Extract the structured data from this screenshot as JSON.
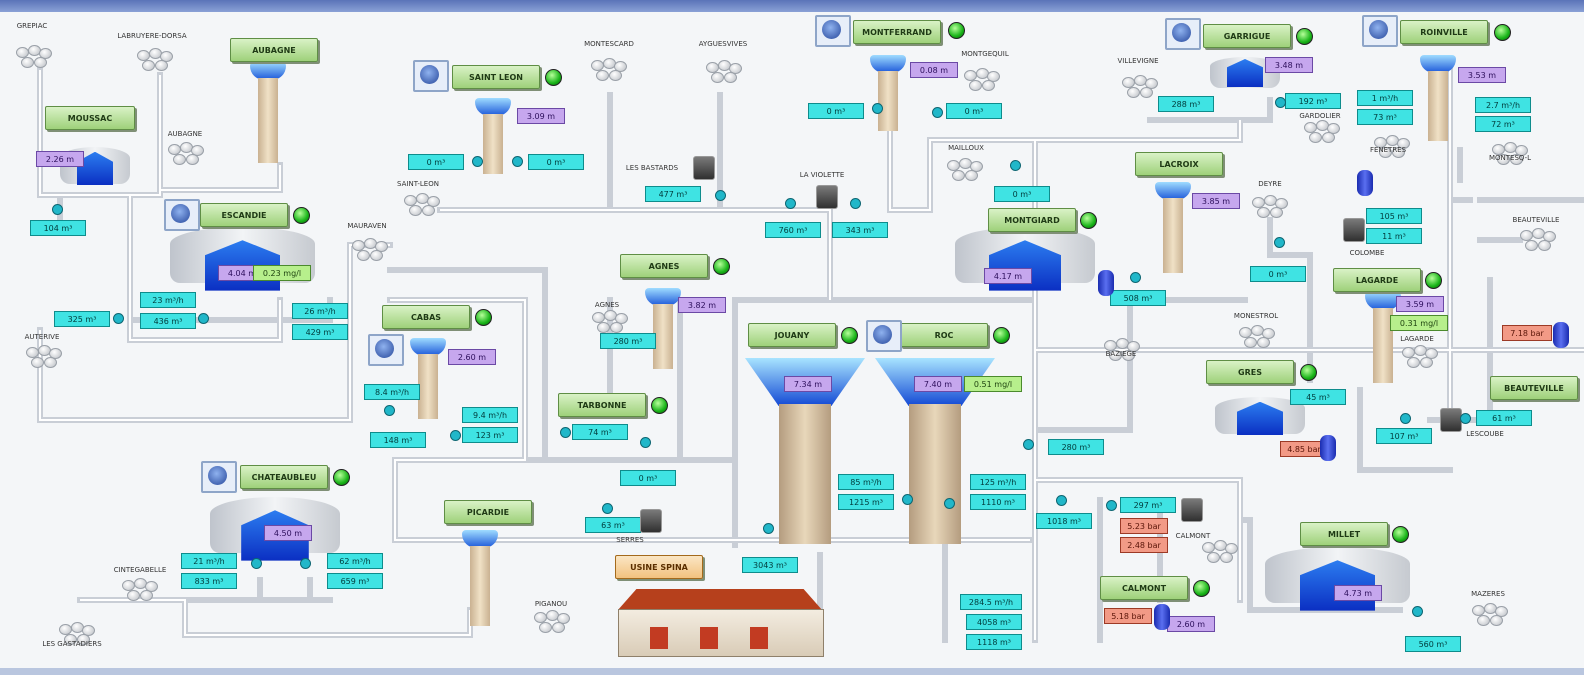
{
  "stations": {
    "aubagne": "AUBAGNE",
    "moussac": "MOUSSAC",
    "escandie": "ESCANDIE",
    "saint_leon": "SAINT LEON",
    "montferrand": "MONTFERRAND",
    "garrigue": "GARRIGUE",
    "roinville": "ROINVILLE",
    "lacroix": "LACROIX",
    "montgiard": "MONTGIARD",
    "agnes": "AGNES",
    "jouany": "JOUANY",
    "roc": "ROC",
    "cabas": "CABAS",
    "tarbonne": "TARBONNE",
    "lagarde": "LAGARDE",
    "gres": "GRES",
    "beauteville": "BEAUTEVILLE",
    "chateaubleu": "CHATEAUBLEU",
    "picardie": "PICARDIE",
    "usine": "USINE SPINA",
    "calmont": "CALMONT",
    "millet": "MILLET"
  },
  "places": {
    "p1": "GREPIAC",
    "p2": "LABRUYERE-DORSA",
    "p3": "MONTESCARD",
    "p4": "AYGUESVIVES",
    "p5": "MONTGEQUIL",
    "p6": "VILLEVIGNE",
    "p7": "AUBAGNE",
    "p8": "LES BASTARDS",
    "p9": "LA VIOLETTE",
    "p10": "MAILLOUX",
    "p11": "SAINT-LEON",
    "p12": "MAURAVEN",
    "p13": "DEYRE",
    "p14": "BEAUTEVILLE",
    "p15": "COLOMBE",
    "p16": "AUTERIVE",
    "p17": "AGNES",
    "p18": "MONESTROL",
    "p19": "BAZIEGE",
    "p20": "LAGARDE",
    "p21": "LESCOUBE",
    "p22": "CINTEGABELLE",
    "p23": "LES GASTADIERS",
    "p24": "PIGANOU",
    "p25": "CALMONT",
    "p26": "MAZERES",
    "p27": "SERRES",
    "p28": "GARDOLIER",
    "p29": "FENETRES",
    "p30": "MONTESQ-L"
  },
  "values": {
    "v1": "104 m³",
    "v2": "325 m³",
    "v3": "23 m³/h",
    "v4": "436 m³",
    "v5": "26 m³/h",
    "v6": "429 m³",
    "v7": "0 m³",
    "v8": "0 m³",
    "v9": "477 m³",
    "v10": "760 m³",
    "v11": "343 m³",
    "v12": "0 m³",
    "v13": "0 m³",
    "v14": "288 m³",
    "v15": "192 m³",
    "v16": "1 m³/h",
    "v17": "73 m³",
    "v18": "2.7 m³/h",
    "v19": "72 m³",
    "v20": "105 m³",
    "v21": "11 m³",
    "v22": "0 m³",
    "v23": "0 m³",
    "v24": "508 m³",
    "v25": "280 m³",
    "v26": "8.4 m³/h",
    "v27": "148 m³",
    "v28": "9.4 m³/h",
    "v29": "123 m³",
    "v30": "74 m³",
    "v31": "0 m³",
    "v32": "63 m³",
    "v33": "85 m³/h",
    "v34": "1215 m³",
    "v35": "125 m³/h",
    "v36": "1110 m³",
    "v37": "280 m³",
    "v38": "1018 m³",
    "v39": "297 m³",
    "v40": "45 m³",
    "v41": "107 m³",
    "v42": "61 m³",
    "v43": "21 m³/h",
    "v44": "833 m³",
    "v45": "62 m³/h",
    "v46": "659 m³",
    "v47": "3043 m³",
    "v48": "284.5 m³/h",
    "v49": "4058 m³",
    "v50": "1118 m³",
    "v51": "560 m³"
  },
  "levels": {
    "l1": "2.26 m",
    "l2": "4.04 m",
    "l3": "3.09 m",
    "l4": "0.08 m",
    "l5": "3.48 m",
    "l6": "3.53 m",
    "l7": "3.85 m",
    "l8": "4.17 m",
    "l9": "3.82 m",
    "l10": "7.34 m",
    "l11": "7.40 m",
    "l12": "2.60 m",
    "l13": "3.59 m",
    "l14": "4.50 m",
    "l15": "4.73 m",
    "l16": "2.60 m"
  },
  "chlorine": {
    "c1": "0.23 mg/l",
    "c2": "0.51 mg/l",
    "c3": "0.31 mg/l"
  },
  "pressures": {
    "r1": "5.23 bar",
    "r2": "2.48 bar",
    "r3": "5.18 bar",
    "r4": "4.85 bar",
    "r5": "7.18 bar"
  },
  "icons": {
    "telemetry": "antenna-icon",
    "status": "status-led-icon",
    "pump": "pump-icon",
    "meter": "flow-meter-icon",
    "cloud": "town-icon"
  },
  "colors": {
    "value": "#3fe3e3",
    "level": "#c6a7ee",
    "chlorine": "#b7ef8c",
    "pressure": "#f29a86",
    "name": "#b8e59a",
    "status_ok": "#18b418"
  }
}
